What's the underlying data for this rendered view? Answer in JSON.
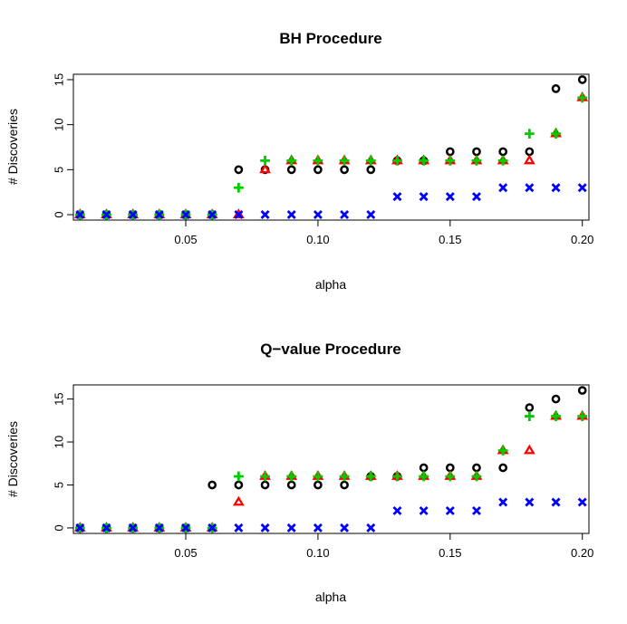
{
  "chart_data": [
    {
      "type": "scatter",
      "title": "BH Procedure",
      "xlabel": "alpha",
      "ylabel": "# Discoveries",
      "xlim": [
        0.0075,
        0.2025
      ],
      "ylim": [
        -0.6,
        15.6
      ],
      "xticks": [
        0.05,
        0.1,
        0.15,
        0.2
      ],
      "xtick_labels": [
        "0.05",
        "0.10",
        "0.15",
        "0.20"
      ],
      "yticks": [
        0,
        5,
        10,
        15
      ],
      "ytick_labels": [
        "0",
        "5",
        "10",
        "15"
      ],
      "x": [
        0.01,
        0.02,
        0.03,
        0.04,
        0.05,
        0.06,
        0.07,
        0.08,
        0.09,
        0.1,
        0.11,
        0.12,
        0.13,
        0.14,
        0.15,
        0.16,
        0.17,
        0.18,
        0.19,
        0.2
      ],
      "series": [
        {
          "marker": "circle",
          "color": "#000000",
          "values": [
            0,
            0,
            0,
            0,
            0,
            0,
            5,
            5,
            5,
            5,
            5,
            5,
            6,
            6,
            7,
            7,
            7,
            7,
            14,
            15
          ]
        },
        {
          "marker": "triangle",
          "color": "#ff0000",
          "values": [
            0,
            0,
            0,
            0,
            0,
            0,
            0,
            5,
            6,
            6,
            6,
            6,
            6,
            6,
            6,
            6,
            6,
            6,
            9,
            13
          ]
        },
        {
          "marker": "plus",
          "color": "#00cd00",
          "values": [
            0,
            0,
            0,
            0,
            0,
            0,
            3,
            6,
            6,
            6,
            6,
            6,
            6,
            6,
            6,
            6,
            6,
            9,
            9,
            13
          ]
        },
        {
          "marker": "cross",
          "color": "#0000ff",
          "values": [
            0,
            0,
            0,
            0,
            0,
            0,
            0,
            0,
            0,
            0,
            0,
            0,
            2,
            2,
            2,
            2,
            3,
            3,
            3,
            3
          ]
        }
      ]
    },
    {
      "type": "scatter",
      "title": "Q−value Procedure",
      "xlabel": "alpha",
      "ylabel": "# Discoveries",
      "xlim": [
        0.0075,
        0.2025
      ],
      "ylim": [
        -0.64,
        16.64
      ],
      "xticks": [
        0.05,
        0.1,
        0.15,
        0.2
      ],
      "xtick_labels": [
        "0.05",
        "0.10",
        "0.15",
        "0.20"
      ],
      "yticks": [
        0,
        5,
        10,
        15
      ],
      "ytick_labels": [
        "0",
        "5",
        "10",
        "15"
      ],
      "x": [
        0.01,
        0.02,
        0.03,
        0.04,
        0.05,
        0.06,
        0.07,
        0.08,
        0.09,
        0.1,
        0.11,
        0.12,
        0.13,
        0.14,
        0.15,
        0.16,
        0.17,
        0.18,
        0.19,
        0.2
      ],
      "series": [
        {
          "marker": "circle",
          "color": "#000000",
          "values": [
            0,
            0,
            0,
            0,
            0,
            5,
            5,
            5,
            5,
            5,
            5,
            6,
            6,
            7,
            7,
            7,
            7,
            14,
            15,
            16
          ]
        },
        {
          "marker": "triangle",
          "color": "#ff0000",
          "values": [
            0,
            0,
            0,
            0,
            0,
            0,
            3,
            6,
            6,
            6,
            6,
            6,
            6,
            6,
            6,
            6,
            9,
            9,
            13,
            13
          ]
        },
        {
          "marker": "plus",
          "color": "#00cd00",
          "values": [
            0,
            0,
            0,
            0,
            0,
            0,
            6,
            6,
            6,
            6,
            6,
            6,
            6,
            6,
            6,
            6,
            9,
            13,
            13,
            13
          ]
        },
        {
          "marker": "cross",
          "color": "#0000ff",
          "values": [
            0,
            0,
            0,
            0,
            0,
            0,
            0,
            0,
            0,
            0,
            0,
            0,
            2,
            2,
            2,
            2,
            3,
            3,
            3,
            3
          ]
        }
      ]
    }
  ]
}
